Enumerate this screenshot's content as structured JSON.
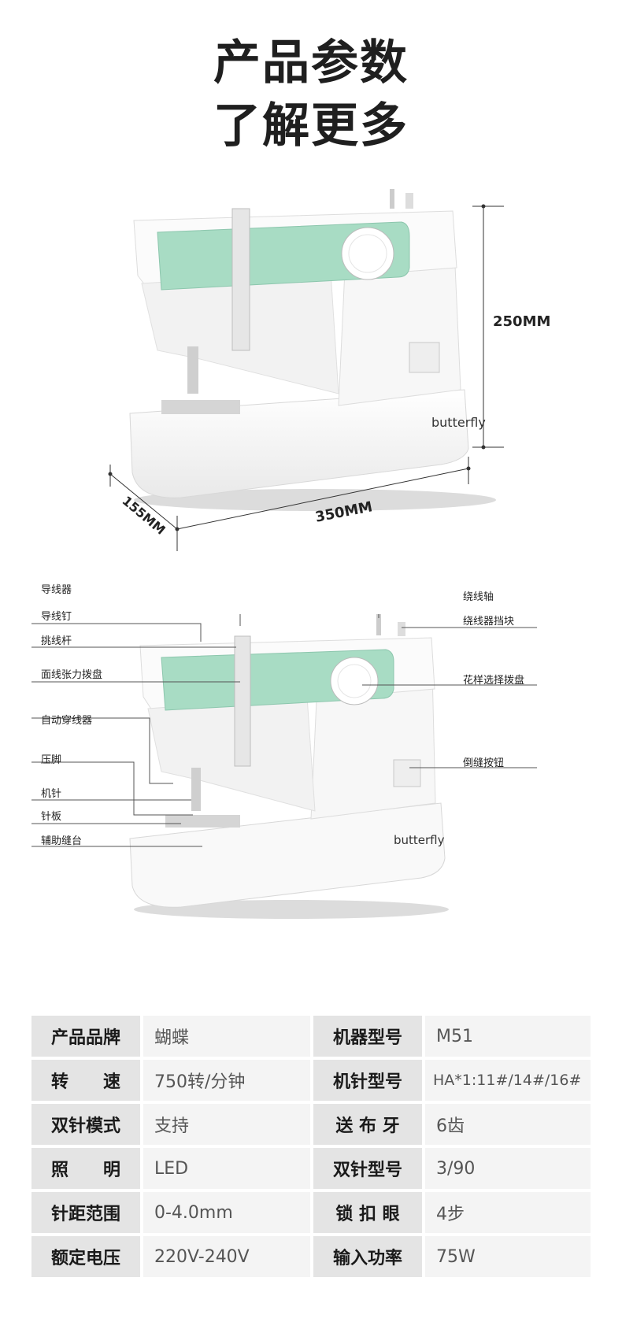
{
  "header": {
    "line1": "产品参数",
    "line2": "了解更多"
  },
  "machine": {
    "brand_text": "butterfly"
  },
  "dimensions": {
    "height": "250MM",
    "width": "350MM",
    "depth": "155MM"
  },
  "parts": {
    "left": [
      "导线器",
      "导线钉",
      "挑线杆",
      "面线张力拨盘",
      "自动穿线器",
      "压脚",
      "机针",
      "针板",
      "辅助缝台"
    ],
    "right": [
      "绕线轴",
      "绕线器挡块",
      "花样选择拨盘",
      "倒缝按钮"
    ]
  },
  "specs": [
    {
      "k1": "产品品牌",
      "v1": "蝴蝶",
      "k2": "机器型号",
      "v2": "M51"
    },
    {
      "k1": "转　　速",
      "v1": "750转/分钟",
      "k2": "机针型号",
      "v2": "HA*1:11#/14#/16#"
    },
    {
      "k1": "双针模式",
      "v1": "支持",
      "k2": "送 布 牙",
      "v2": "6齿"
    },
    {
      "k1": "照　　明",
      "v1": "LED",
      "k2": "双针型号",
      "v2": "3/90"
    },
    {
      "k1": "针距范围",
      "v1": "0-4.0mm",
      "k2": "锁 扣 眼",
      "v2": "4步"
    },
    {
      "k1": "额定电压",
      "v1": "220V-240V",
      "k2": "输入功率",
      "v2": "75W"
    }
  ],
  "colors": {
    "mint": "#a8dcc4",
    "body": "#f6f6f6"
  }
}
